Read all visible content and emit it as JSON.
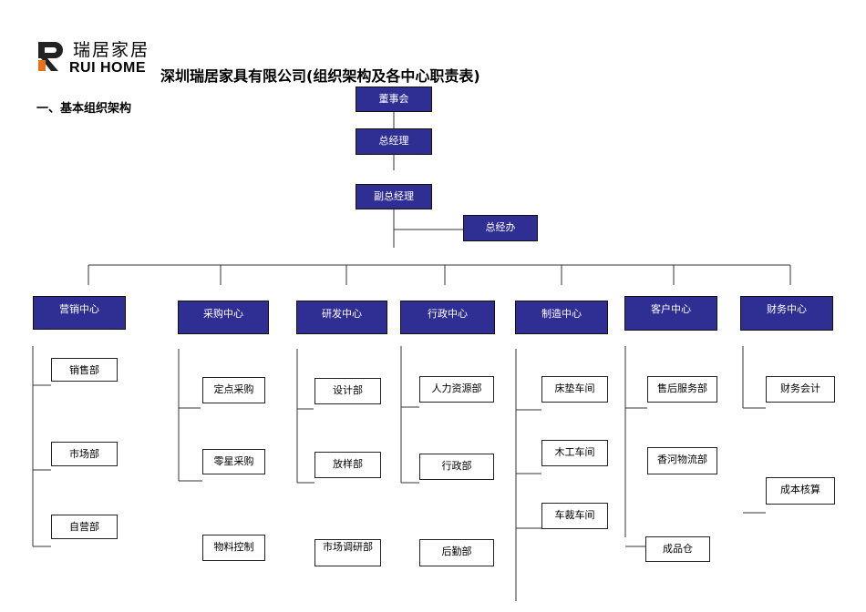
{
  "header": {
    "logo": {
      "cn": "瑞居家居",
      "en": "RUI HOME"
    },
    "title": "深圳瑞居家具有限公司(组织架构及各中心职责表)"
  },
  "section_heading": "一、基本组织架构",
  "org": {
    "board": "董事会",
    "general_manager": "总经理",
    "deputy_general_manager": "副总经理",
    "gm_office": "总经办",
    "centers": [
      {
        "name": "营销中心",
        "departments": [
          "销售部",
          "市场部",
          "自营部"
        ]
      },
      {
        "name": "采购中心",
        "departments": [
          "定点采购",
          "零星采购",
          "物料控制"
        ]
      },
      {
        "name": "研发中心",
        "departments": [
          "设计部",
          "放样部",
          "市场调研部"
        ]
      },
      {
        "name": "行政中心",
        "departments": [
          "人力资源部",
          "行政部",
          "后勤部"
        ]
      },
      {
        "name": "制造中心",
        "departments": [
          "床垫车间",
          "木工车间",
          "车裁车间"
        ]
      },
      {
        "name": "客户中心",
        "departments": [
          "售后服务部",
          "香河物流部",
          "成品仓"
        ]
      },
      {
        "name": "财务中心",
        "departments": [
          "财务会计",
          "成本核算"
        ]
      }
    ]
  },
  "colors": {
    "node_fill": "#2f2e93",
    "node_text": "#ffffff",
    "logo_dark": "#222222",
    "logo_accent": "#e8721c"
  },
  "icons": {
    "logo": "rui-home-r-logo-icon"
  }
}
